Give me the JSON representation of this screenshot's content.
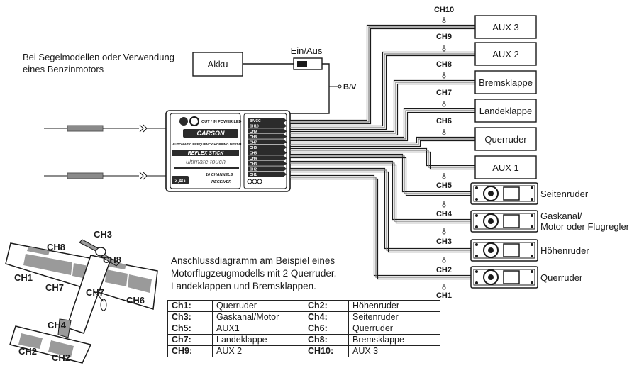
{
  "note_top": [
    "Bei Segelmodellen oder Verwendung",
    "eines Benzinmotors"
  ],
  "battery_label": "Akku",
  "switch_label": "Ein/Aus",
  "bv_label": "B/V",
  "receiver": {
    "brand": "CARSON",
    "led_label": "OUT / IN POWER LED",
    "tagline": "AUTOMATIC FREQUENCY HOPPING DIGITAL SYSTEM",
    "model": "REFLEX STICK",
    "model_sub": "ultimate touch",
    "weight": "2,4G",
    "channels": "10 CHANNELS",
    "type": "RECEIVER",
    "pins": [
      "B/VCC",
      "CH10",
      "CH9",
      "CH8",
      "CH7",
      "CH6",
      "CH5",
      "CH4",
      "CH3",
      "CH2",
      "CH1"
    ]
  },
  "channel_labels": [
    "CH10",
    "CH9",
    "CH8",
    "CH7",
    "CH6",
    "CH5",
    "CH4",
    "CH3",
    "CH2",
    "CH1"
  ],
  "outputs": [
    {
      "name": "AUX 3"
    },
    {
      "name": "AUX 2"
    },
    {
      "name": "Bremsklappe"
    },
    {
      "name": "Landeklappe"
    },
    {
      "name": "Querruder"
    },
    {
      "name": "AUX 1"
    }
  ],
  "servos": [
    {
      "label": "Seitenruder"
    },
    {
      "label": "Gaskanal/\nMotor oder Flugregler",
      "line1": "Gaskanal/",
      "line2": "Motor oder Flugregler"
    },
    {
      "label": "Höhenruder"
    },
    {
      "label": "Querruder"
    }
  ],
  "plane_labels": [
    "CH3",
    "CH8",
    "CH8",
    "CH1",
    "CH7",
    "CH7",
    "CH6",
    "CH4",
    "CH2",
    "CH2"
  ],
  "caption": [
    "Anschlussdiagramm am Beispiel eines",
    "Motorflugzeugmodells mit 2 Querruder,",
    "Landeklappen und Bremsklappen."
  ],
  "legend": [
    [
      {
        "key": "Ch1:",
        "value": "Querruder"
      },
      {
        "key": "Ch2:",
        "value": "Höhenruder"
      }
    ],
    [
      {
        "key": "Ch3:",
        "value": "Gaskanal/Motor"
      },
      {
        "key": "Ch4:",
        "value": "Seitenruder"
      }
    ],
    [
      {
        "key": "Ch5:",
        "value": "AUX1"
      },
      {
        "key": "Ch6:",
        "value": "Querruder"
      }
    ],
    [
      {
        "key": "Ch7:",
        "value": "Landeklappe"
      },
      {
        "key": "Ch8:",
        "value": "Bremsklappe"
      }
    ],
    [
      {
        "key": "CH9:",
        "value": "AUX 2"
      },
      {
        "key": "CH10:",
        "value": "AUX 3"
      }
    ]
  ],
  "colors": {
    "line": "#1a1a1a",
    "wire_gray": "#7a7a7a",
    "receiver_dark": "#2b2b2b",
    "plane_gray": "#9a9a9a"
  }
}
